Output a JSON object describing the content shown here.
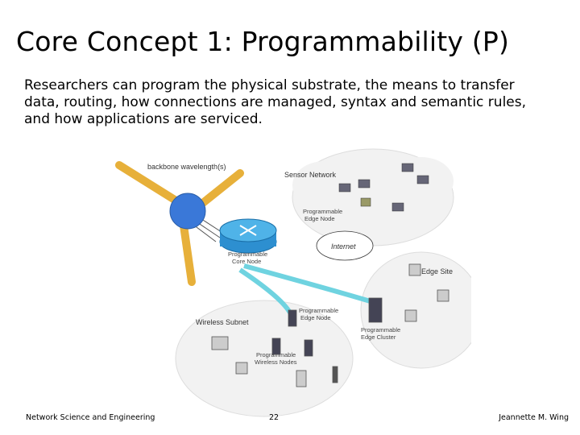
{
  "slide": {
    "title": "Core Concept 1: Programmability (P)",
    "body": "Researchers can program the physical substrate, the means to transfer data, routing, how connections are managed, syntax and semantic rules, and how applications are serviced."
  },
  "figure": {
    "backbone_label": "backbone wavelength(s)",
    "sensor_network_label": "Sensor Network",
    "programmable_edge_node_label_1": "Programmable",
    "programmable_edge_node_label_2": "Edge Node",
    "internet_label": "Internet",
    "core_node_label_1": "Programmable",
    "core_node_label_2": "Core Node",
    "edge_site_label": "Edge Site",
    "wireless_subnet_label": "Wireless Subnet",
    "wireless_edge_node_label_1": "Programmable",
    "wireless_edge_node_label_2": "Edge Node",
    "edge_cluster_label_1": "Programmable",
    "edge_cluster_label_2": "Edge Cluster",
    "wireless_nodes_label_1": "Programmable",
    "wireless_nodes_label_2": "Wireless Nodes",
    "colors": {
      "backbone": "#e7b03a",
      "core_node": "#2d8fd0",
      "hub": "#3a78d8",
      "link_cyan": "#6fd3e0",
      "cloud": "#f1f1f1"
    }
  },
  "footer": {
    "left": "Network Science and Engineering",
    "page_number": "22",
    "author": "Jeannette M. Wing"
  }
}
